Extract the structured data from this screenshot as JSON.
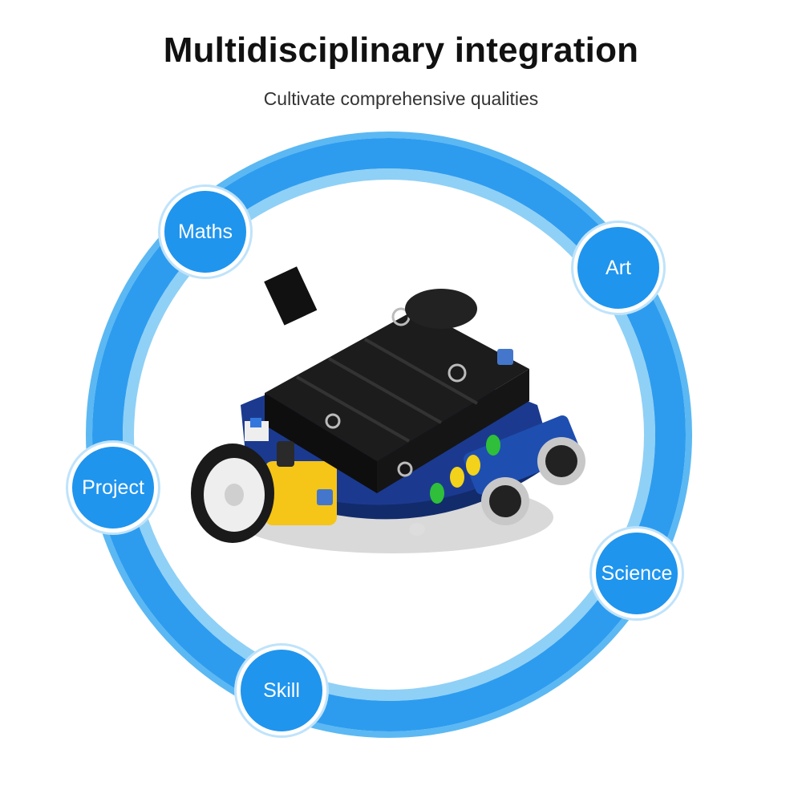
{
  "title": "Multidisciplinary integration",
  "subtitle": "Cultivate comprehensive qualities",
  "nodes": {
    "maths": "Maths",
    "art": "Art",
    "project": "Project",
    "science": "Science",
    "skill": "Skill"
  },
  "colors": {
    "ring": "#2d9cef",
    "node": "#1f95ee",
    "title": "#111111"
  }
}
